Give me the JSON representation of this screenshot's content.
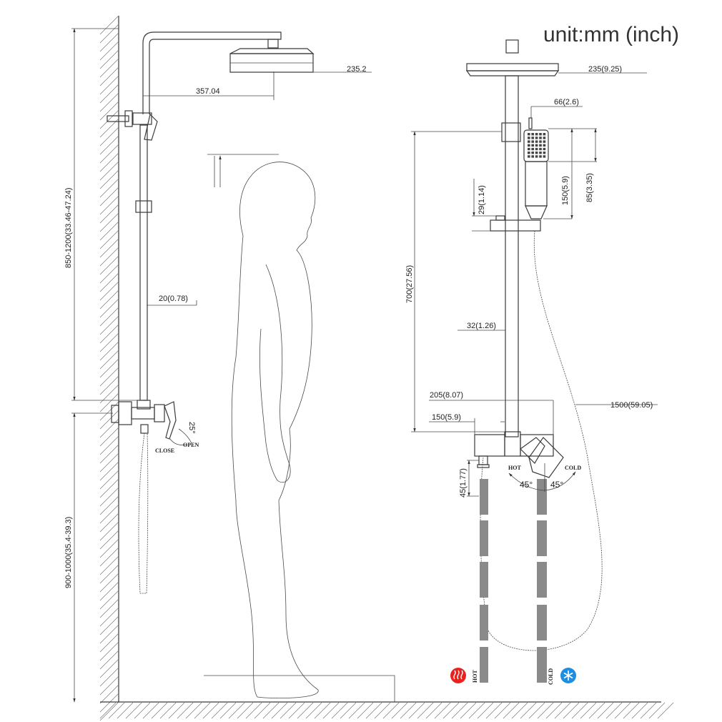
{
  "unit_label": "unit:mm (inch)",
  "left_view": {
    "arm_length": "357.04",
    "head_width": "235.2",
    "bar_height_range": "850-1200(33.46-47.24)",
    "bar_diameter": "20(0.78)",
    "mixer_height_range": "900-1000(35.4-39.3)",
    "handle_angle": "25°",
    "close_label": "CLOSE",
    "open_label": "OPEN"
  },
  "right_view": {
    "head_width": "235(9.25)",
    "hand_shower_width": "66(2.6)",
    "hand_shower_height": "150(5.9)",
    "hand_shower_head": "85(3.35)",
    "holder_height": "29(1.14)",
    "bar_length": "700(27.56)",
    "bar_diameter": "32(1.26)",
    "mixer_width": "205(8.07)",
    "mixer_depth": "150(5.9)",
    "hose_length": "1500(59.05)",
    "outlet_height": "45(1.77)",
    "hot_label": "HOT",
    "cold_label": "COLD",
    "angle_left": "45°",
    "angle_right": "45°",
    "pipe_hot_label": "HOT",
    "pipe_cold_label": "COLD"
  },
  "icons": {
    "hot_color": "#e8231f",
    "cold_color": "#1e8fe0"
  }
}
